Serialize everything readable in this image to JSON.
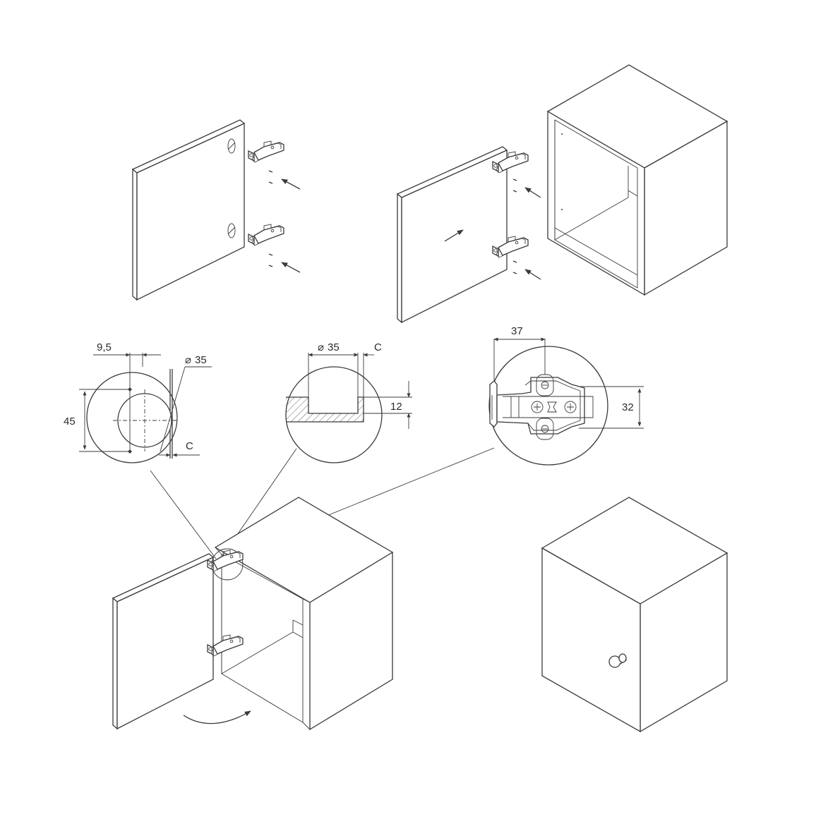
{
  "dimensions": {
    "offset_9_5": "9,5",
    "cup_diameter_front": "35",
    "edge_45": "45",
    "edge_c_front": "C",
    "cup_diameter_section": "35",
    "edge_c_section": "C",
    "depth_12": "12",
    "plate_37": "37",
    "plate_32": "32"
  },
  "symbols": {
    "diameter": "⌀"
  },
  "icons": [
    "hinge-icon",
    "arrow-icon",
    "knob-icon"
  ]
}
